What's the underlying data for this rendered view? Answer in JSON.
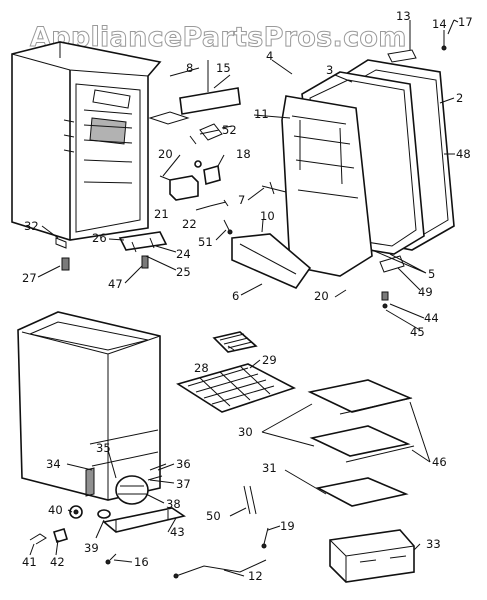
{
  "watermark": "AppliancePartsPros.com",
  "callouts": [
    {
      "id": "c1",
      "text": "14"
    },
    {
      "id": "c2",
      "text": "13"
    },
    {
      "id": "c3",
      "text": "17"
    },
    {
      "id": "c4",
      "text": "2"
    },
    {
      "id": "c5",
      "text": "3"
    },
    {
      "id": "c6",
      "text": "4"
    },
    {
      "id": "c7",
      "text": "8"
    },
    {
      "id": "c8",
      "text": "15"
    },
    {
      "id": "c9",
      "text": "11"
    },
    {
      "id": "c10",
      "text": "52"
    },
    {
      "id": "c11",
      "text": "48"
    },
    {
      "id": "c12",
      "text": "20"
    },
    {
      "id": "c13",
      "text": "18"
    },
    {
      "id": "c14",
      "text": "7"
    },
    {
      "id": "c15",
      "text": "21"
    },
    {
      "id": "c16",
      "text": "22"
    },
    {
      "id": "c17",
      "text": "10"
    },
    {
      "id": "c18",
      "text": "51"
    },
    {
      "id": "c19",
      "text": "32"
    },
    {
      "id": "c20",
      "text": "26"
    },
    {
      "id": "c21",
      "text": "24"
    },
    {
      "id": "c22",
      "text": "27"
    },
    {
      "id": "c23",
      "text": "25"
    },
    {
      "id": "c24",
      "text": "47"
    },
    {
      "id": "c25",
      "text": "6"
    },
    {
      "id": "c26",
      "text": "20"
    },
    {
      "id": "c27",
      "text": "49"
    },
    {
      "id": "c28",
      "text": "5"
    },
    {
      "id": "c29",
      "text": "44"
    },
    {
      "id": "c30",
      "text": "45"
    },
    {
      "id": "c31",
      "text": "28"
    },
    {
      "id": "c32",
      "text": "29"
    },
    {
      "id": "c33",
      "text": "30"
    },
    {
      "id": "c34",
      "text": "46"
    },
    {
      "id": "c35",
      "text": "31"
    },
    {
      "id": "c36",
      "text": "34"
    },
    {
      "id": "c37",
      "text": "35"
    },
    {
      "id": "c38",
      "text": "36"
    },
    {
      "id": "c39",
      "text": "37"
    },
    {
      "id": "c40",
      "text": "38"
    },
    {
      "id": "c41",
      "text": "40"
    },
    {
      "id": "c42",
      "text": "50"
    },
    {
      "id": "c43",
      "text": "19"
    },
    {
      "id": "c44",
      "text": "39"
    },
    {
      "id": "c45",
      "text": "43"
    },
    {
      "id": "c46",
      "text": "41"
    },
    {
      "id": "c47",
      "text": "42"
    },
    {
      "id": "c48",
      "text": "16"
    },
    {
      "id": "c49",
      "text": "33"
    },
    {
      "id": "c50",
      "text": "12"
    }
  ]
}
